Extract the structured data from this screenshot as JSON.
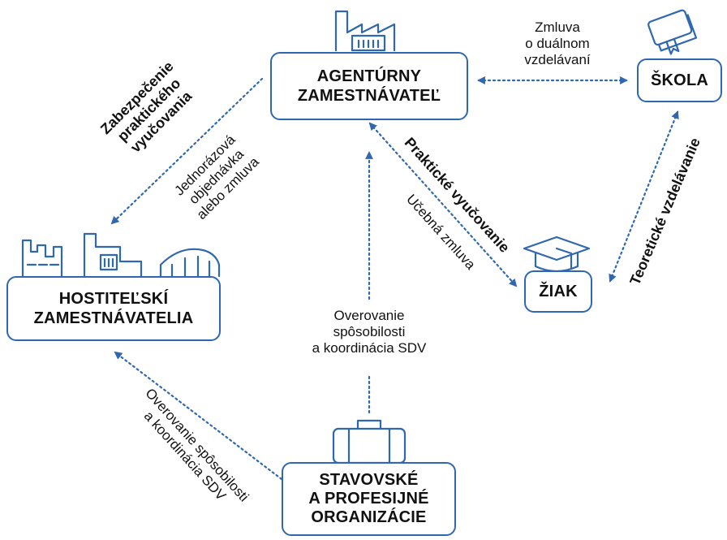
{
  "nodes": {
    "agency_employer": {
      "line1": "AGENTÚRNY",
      "line2": "ZAMESTNÁVATEĽ",
      "icon": "factory-icon"
    },
    "school": {
      "label": "ŠKOLA",
      "icon": "book-icon"
    },
    "host_employers": {
      "line1": "HOSTITEĽSKÍ",
      "line2": "ZAMESTNÁVATELIA",
      "icon": "industrial-buildings-icon"
    },
    "student": {
      "label": "ŽIAK",
      "icon": "graduation-cap-icon"
    },
    "organizations": {
      "line1": "STAVOVSKÉ",
      "line2": "A PROFESIJNÉ",
      "line3": "ORGANIZÁCIE",
      "icon": "briefcase-icon"
    }
  },
  "edges": {
    "agency_school": {
      "line1": "Zmluva",
      "line2": "o duálnom",
      "line3": "vzdelávaní"
    },
    "agency_host_bold": {
      "line1": "Zabezpečenie",
      "line2": "praktického",
      "line3": "vyučovania"
    },
    "agency_host": {
      "line1": "Jednorázová",
      "line2": "objednávka",
      "line3": "alebo zmluva"
    },
    "agency_student_bold": {
      "label": "Praktické vyučovanie"
    },
    "agency_student": {
      "label": "Učebná zmluva"
    },
    "school_student_bold": {
      "label": "Teoretické vzdelávanie"
    },
    "org_agency": {
      "line1": "Overovanie",
      "line2": "spôsobilosti",
      "line3": "a koordinácia SDV"
    },
    "org_host": {
      "line1": "Overovanie spôsobilosti",
      "line2": "a koordinácia SDV"
    }
  },
  "colors": {
    "accent": "#2f67b0",
    "text": "#111111",
    "background": "#ffffff"
  }
}
